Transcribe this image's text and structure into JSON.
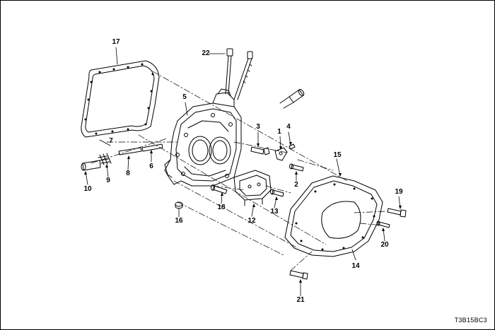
{
  "callouts": {
    "c1": "1",
    "c2": "2",
    "c3": "3",
    "c4": "4",
    "c5": "5",
    "c6": "6",
    "c7": "7",
    "c8": "8",
    "c9": "9",
    "c10": "10",
    "c11": "12",
    "c12": "13",
    "c13": "14",
    "c14": "15",
    "c15": "16",
    "c16": "17",
    "c17": "18",
    "c18": "19",
    "c19": "20",
    "c20": "21",
    "c21": "22"
  },
  "figure_code": "T3B15BC3",
  "colors": {
    "line": "#000000",
    "background": "#ffffff"
  }
}
